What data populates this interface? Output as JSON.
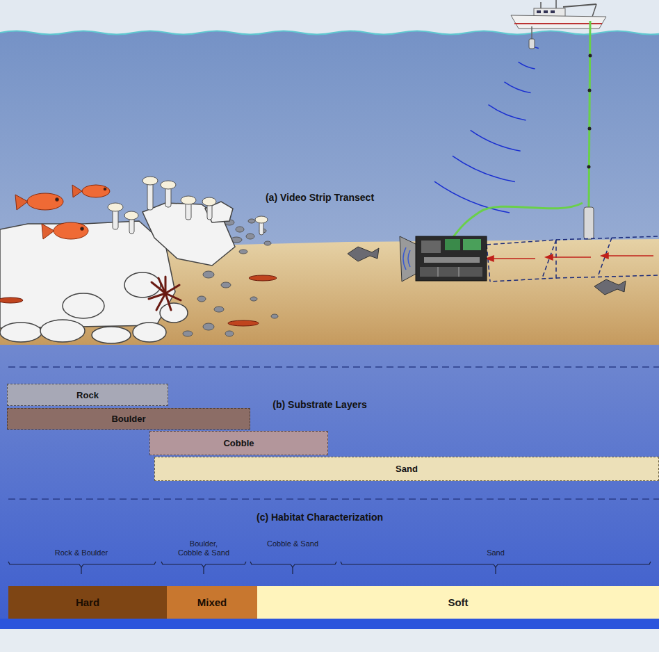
{
  "diagram": {
    "nodes": [
      {
        "text": [
          "Rock"
        ]
      },
      {
        "text": [
          "Boulder"
        ]
      },
      {
        "text": [
          "Cobble"
        ]
      },
      {
        "text": [
          "Sand"
        ]
      },
      {
        "text": [
          "Hard"
        ]
      },
      {
        "text": [
          "Mixed"
        ]
      },
      {
        "text": [
          "Soft"
        ]
      }
    ],
    "labels": [
      "(a) Video Strip Transect",
      "(b) Substrate Layers",
      "(c) Habitat Characterization",
      "Rock & Boulder",
      "Boulder, Cobble & Sand",
      "Cobble & Sand",
      "Sand"
    ]
  }
}
